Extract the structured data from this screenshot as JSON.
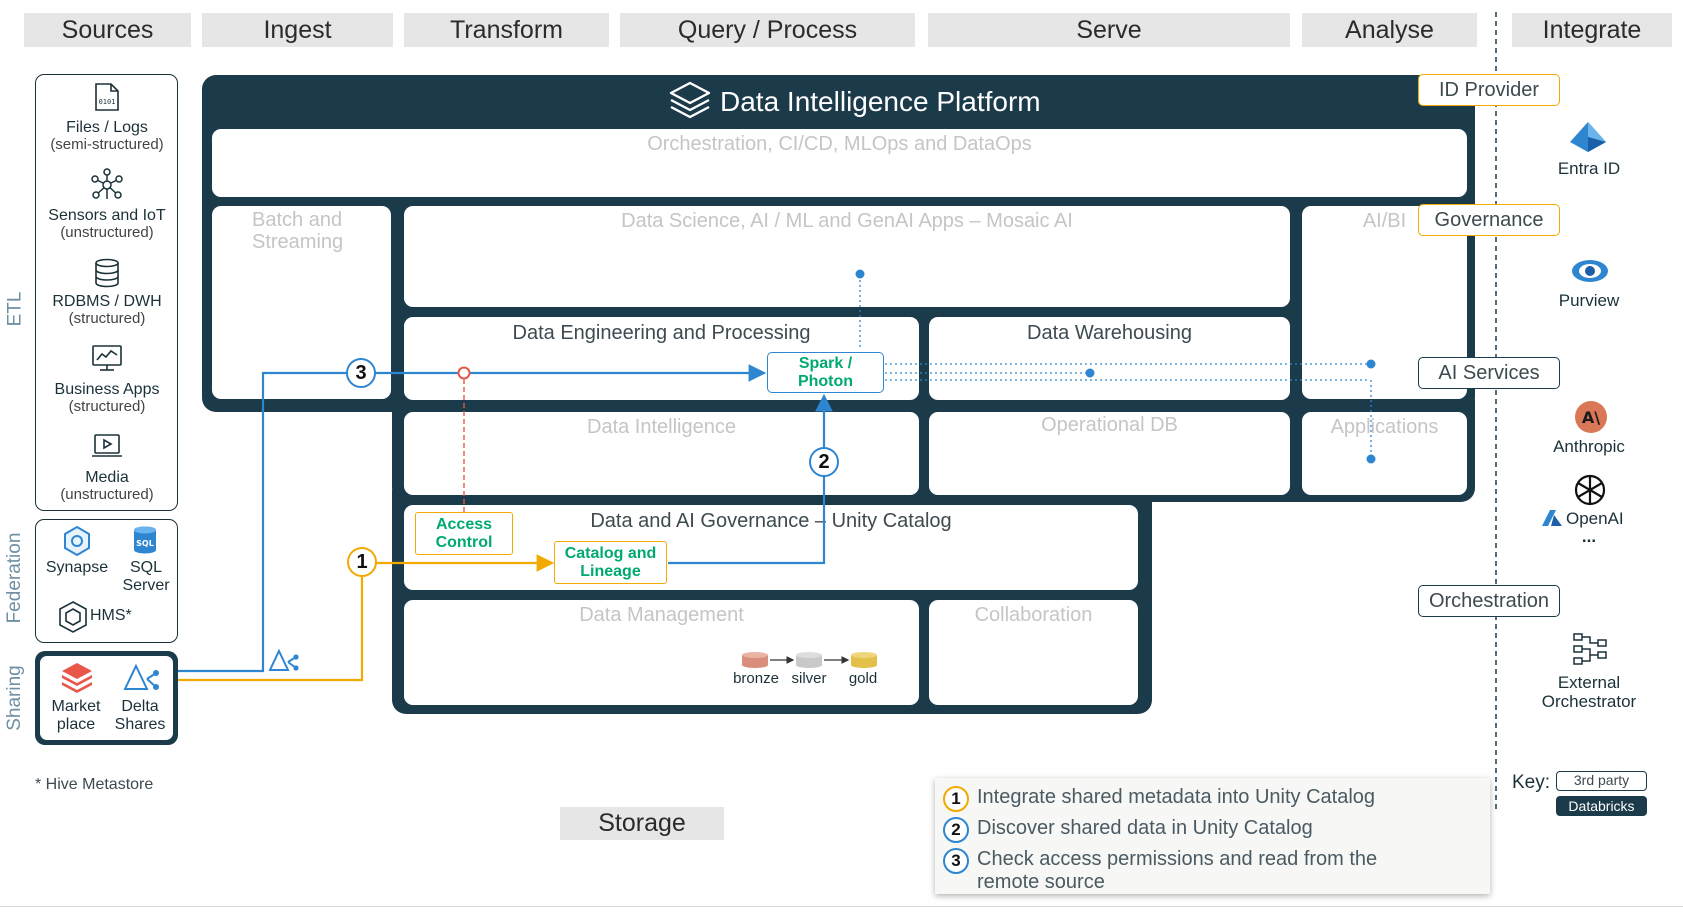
{
  "headers": [
    "Sources",
    "Ingest",
    "Transform",
    "Query / Process",
    "Serve",
    "Analyse",
    "Integrate"
  ],
  "side_labels": {
    "etl": "ETL",
    "federation": "Federation",
    "sharing": "Sharing"
  },
  "sources": {
    "etl": [
      {
        "name": "Files / Logs",
        "sub": "(semi-structured)",
        "icon": "file-icon"
      },
      {
        "name": "Sensors and IoT",
        "sub": "(unstructured)",
        "icon": "network-icon"
      },
      {
        "name": "RDBMS / DWH",
        "sub": "(structured)",
        "icon": "database-icon"
      },
      {
        "name": "Business Apps",
        "sub": "(structured)",
        "icon": "monitor-chart-icon"
      },
      {
        "name": "Media",
        "sub": "(unstructured)",
        "icon": "media-icon"
      }
    ],
    "federation": [
      {
        "name": "Synapse",
        "icon": "synapse-icon"
      },
      {
        "name": "SQL Server",
        "icon": "sql-server-icon"
      },
      {
        "name": "HMS*",
        "icon": "hive-icon"
      }
    ],
    "sharing": [
      {
        "name": "Market place",
        "icon": "marketplace-icon"
      },
      {
        "name": "Delta Shares",
        "icon": "delta-sharing-icon"
      }
    ]
  },
  "platform": {
    "title": "Data Intelligence Platform",
    "orchestration": "Orchestration, CI/CD, MLOps and DataOps",
    "batch_streaming": "Batch and Streaming",
    "data_science": "Data Science, AI / ML and GenAI Apps – Mosaic AI",
    "ai_bi": "AI/BI",
    "data_engineering": "Data Engineering and Processing",
    "data_warehousing": "Data Warehousing",
    "data_intelligence": "Data Intelligence",
    "operational_db": "Operational DB",
    "applications": "Applications",
    "governance": "Data and AI Governance – Unity Catalog",
    "data_management": "Data Management",
    "collaboration": "Collaboration",
    "spark": "Spark / Photon",
    "access_control": "Access Control",
    "catalog_lineage": "Catalog and Lineage",
    "medallion": [
      "bronze",
      "silver",
      "gold"
    ],
    "medallion_colors": [
      "#d98d7d",
      "#c9c9c9",
      "#e2c04a"
    ]
  },
  "steps": [
    "1",
    "2",
    "3"
  ],
  "integrate": {
    "id_provider": {
      "title": "ID Provider",
      "item": "Entra ID"
    },
    "governance": {
      "title": "Governance",
      "item": "Purview"
    },
    "ai_services": {
      "title": "AI Services",
      "items": [
        "Anthropic",
        "OpenAI",
        "..."
      ]
    },
    "orchestration": {
      "title": "Orchestration",
      "item": "External Orchestrator"
    }
  },
  "key": {
    "label": "Key:",
    "third_party": "3rd party",
    "databricks": "Databricks"
  },
  "footnote": "* Hive Metastore",
  "storage": "Storage",
  "legend": [
    {
      "num": "1",
      "text": "Integrate shared metadata into Unity Catalog"
    },
    {
      "num": "2",
      "text": "Discover shared data in Unity Catalog"
    },
    {
      "num": "3",
      "text": "Check access permissions and read from the remote source"
    }
  ],
  "colors": {
    "platform": "#1b3a4a",
    "yellow": "#f2a900",
    "blue": "#2f86d0",
    "green": "#00a972",
    "red": "#e8574a"
  }
}
